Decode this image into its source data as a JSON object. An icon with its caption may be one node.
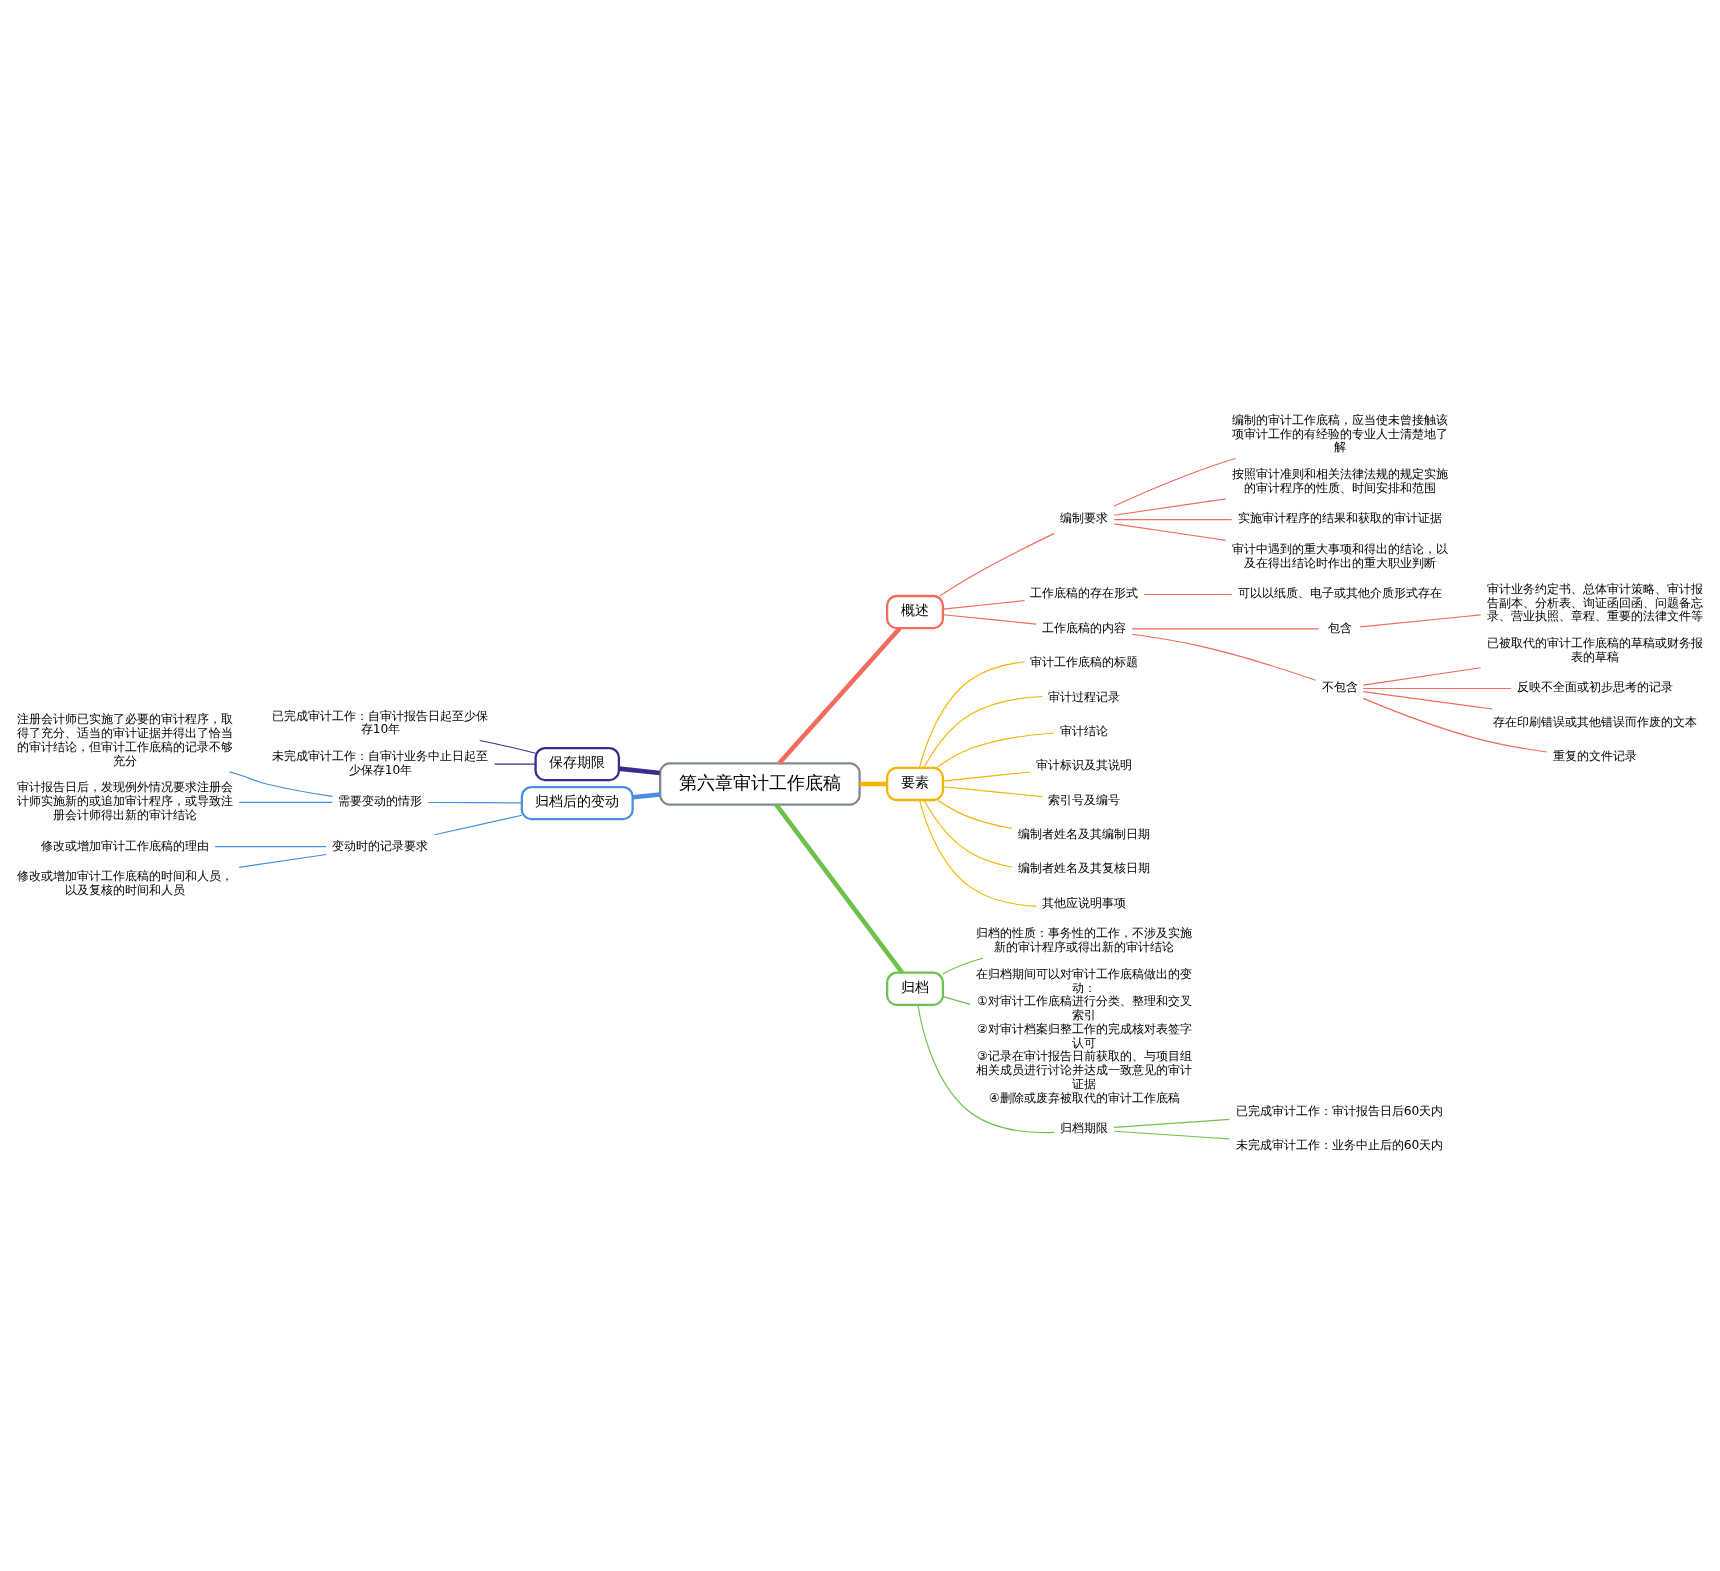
{
  "diagram": {
    "nodes": [
      {
        "text": [
          "第六章审计工作底稿"
        ]
      },
      {
        "text": [
          "概述"
        ]
      },
      {
        "text": [
          "编制要求"
        ]
      },
      {
        "text": [
          "编制的审计工作底稿，应当使未曾接触该项审计工作的有经验的专业人士清楚地了解"
        ]
      },
      {
        "text": [
          "按照审计准则和相关法律法规的规定实施的审计程序的性质、时间安排和范围"
        ]
      },
      {
        "text": [
          "实施审计程序的结果和获取的审计证据"
        ]
      },
      {
        "text": [
          "审计中遇到的重大事项和得出的结论，以及在得出结论时作出的重大职业判断"
        ]
      },
      {
        "text": [
          "工作底稿的存在形式"
        ]
      },
      {
        "text": [
          "可以以纸质、电子或其他介质形式存在"
        ]
      },
      {
        "text": [
          "工作底稿的内容"
        ]
      },
      {
        "text": [
          "包含"
        ]
      },
      {
        "text": [
          "审计业务约定书、总体审计策略、审计报告副本、分析表、询证函回函、问题备忘录、营业执照、章程、重要的法律文件等"
        ]
      },
      {
        "text": [
          "不包含"
        ]
      },
      {
        "text": [
          "已被取代的审计工作底稿的草稿或财务报表的草稿"
        ]
      },
      {
        "text": [
          "反映不全面或初步思考的记录"
        ]
      },
      {
        "text": [
          "存在印刷错误或其他错误而作废的文本"
        ]
      },
      {
        "text": [
          "重复的文件记录"
        ]
      },
      {
        "text": [
          "要素"
        ]
      },
      {
        "text": [
          "审计工作底稿的标题"
        ]
      },
      {
        "text": [
          "审计过程记录"
        ]
      },
      {
        "text": [
          "审计结论"
        ]
      },
      {
        "text": [
          "审计标识及其说明"
        ]
      },
      {
        "text": [
          "索引号及编号"
        ]
      },
      {
        "text": [
          "编制者姓名及其编制日期"
        ]
      },
      {
        "text": [
          "编制者姓名及其复核日期"
        ]
      },
      {
        "text": [
          "其他应说明事项"
        ]
      },
      {
        "text": [
          "归档"
        ]
      },
      {
        "text": [
          "归档的性质：事务性的工作，不涉及实施新的审计程序或得出新的审计结论"
        ]
      },
      {
        "text": [
          "在归档期间可以对审计工作底稿做出的变动：",
          "①对审计工作底稿进行分类、整理和交叉索引",
          "②对审计档案归整工作的完成核对表签字认可",
          "③记录在审计报告日前获取的、与项目组相关成员进行讨论并达成一致意见的审计证据",
          "④删除或废弃被取代的审计工作底稿"
        ]
      },
      {
        "text": [
          "归档期限"
        ]
      },
      {
        "text": [
          "已完成审计工作：审计报告日后60天内"
        ]
      },
      {
        "text": [
          "未完成审计工作：业务中止后的60天内"
        ]
      },
      {
        "text": [
          "保存期限"
        ]
      },
      {
        "text": [
          "已完成审计工作：自审计报告日起至少保存10年"
        ]
      },
      {
        "text": [
          "未完成审计工作：自审计业务中止日起至少保存10年"
        ]
      },
      {
        "text": [
          "归档后的变动"
        ]
      },
      {
        "text": [
          "需要变动的情形"
        ]
      },
      {
        "text": [
          "注册会计师已实施了必要的审计程序，取得了充分、适当的审计证据并得出了恰当的审计结论，但审计工作底稿的记录不够充分"
        ]
      },
      {
        "text": [
          "审计报告日后，发现例外情况要求注册会计师实施新的或追加审计程序，或导致注册会计师得出新的审计结论"
        ]
      },
      {
        "text": [
          "变动时的记录要求"
        ]
      },
      {
        "text": [
          "修改或增加审计工作底稿的理由"
        ]
      },
      {
        "text": [
          "修改或增加审计工作底稿的时间和人员，以及复核的时间和人员"
        ]
      }
    ],
    "edges": [
      {
        "from": 0,
        "to": 1,
        "arrow": "none",
        "style": "thick",
        "color": "#f26b5b"
      },
      {
        "from": 1,
        "to": 2,
        "arrow": "none",
        "color": "#f26b5b"
      },
      {
        "from": 2,
        "to": 3,
        "arrow": "none",
        "color": "#f26b5b"
      },
      {
        "from": 2,
        "to": 4,
        "arrow": "none",
        "color": "#f26b5b"
      },
      {
        "from": 2,
        "to": 5,
        "arrow": "none",
        "color": "#f26b5b"
      },
      {
        "from": 2,
        "to": 6,
        "arrow": "none",
        "color": "#f26b5b"
      },
      {
        "from": 1,
        "to": 7,
        "arrow": "none",
        "color": "#f26b5b"
      },
      {
        "from": 7,
        "to": 8,
        "arrow": "none",
        "color": "#f26b5b"
      },
      {
        "from": 1,
        "to": 9,
        "arrow": "none",
        "color": "#f26b5b"
      },
      {
        "from": 9,
        "to": 10,
        "arrow": "none",
        "color": "#f26b5b"
      },
      {
        "from": 10,
        "to": 11,
        "arrow": "none",
        "color": "#f26b5b"
      },
      {
        "from": 9,
        "to": 12,
        "arrow": "none",
        "color": "#f26b5b"
      },
      {
        "from": 12,
        "to": 13,
        "arrow": "none",
        "color": "#f26b5b"
      },
      {
        "from": 12,
        "to": 14,
        "arrow": "none",
        "color": "#f26b5b"
      },
      {
        "from": 12,
        "to": 15,
        "arrow": "none",
        "color": "#f26b5b"
      },
      {
        "from": 12,
        "to": 16,
        "arrow": "none",
        "color": "#f26b5b"
      },
      {
        "from": 0,
        "to": 17,
        "arrow": "none",
        "style": "thick",
        "color": "#f5b400"
      },
      {
        "from": 17,
        "to": 18,
        "arrow": "none",
        "color": "#f5b400"
      },
      {
        "from": 17,
        "to": 19,
        "arrow": "none",
        "color": "#f5b400"
      },
      {
        "from": 17,
        "to": 20,
        "arrow": "none",
        "color": "#f5b400"
      },
      {
        "from": 17,
        "to": 21,
        "arrow": "none",
        "color": "#f5b400"
      },
      {
        "from": 17,
        "to": 22,
        "arrow": "none",
        "color": "#f5b400"
      },
      {
        "from": 17,
        "to": 23,
        "arrow": "none",
        "color": "#f5b400"
      },
      {
        "from": 17,
        "to": 24,
        "arrow": "none",
        "color": "#f5b400"
      },
      {
        "from": 17,
        "to": 25,
        "arrow": "none",
        "color": "#f5b400"
      },
      {
        "from": 0,
        "to": 26,
        "arrow": "none",
        "style": "thick",
        "color": "#6cc24a"
      },
      {
        "from": 26,
        "to": 27,
        "arrow": "none",
        "color": "#6cc24a"
      },
      {
        "from": 26,
        "to": 28,
        "arrow": "none",
        "color": "#6cc24a"
      },
      {
        "from": 26,
        "to": 29,
        "arrow": "none",
        "color": "#6cc24a"
      },
      {
        "from": 29,
        "to": 30,
        "arrow": "none",
        "color": "#6cc24a"
      },
      {
        "from": 29,
        "to": 31,
        "arrow": "none",
        "color": "#6cc24a"
      },
      {
        "from": 0,
        "to": 32,
        "arrow": "none",
        "style": "thick",
        "color": "#3d2b8f"
      },
      {
        "from": 32,
        "to": 33,
        "arrow": "none",
        "color": "#3d2b8f"
      },
      {
        "from": 32,
        "to": 34,
        "arrow": "none",
        "color": "#3d2b8f"
      },
      {
        "from": 0,
        "to": 35,
        "arrow": "none",
        "style": "thick",
        "color": "#4a8fe0"
      },
      {
        "from": 35,
        "to": 36,
        "arrow": "none",
        "color": "#4a8fe0"
      },
      {
        "from": 36,
        "to": 37,
        "arrow": "none",
        "color": "#4a8fe0"
      },
      {
        "from": 36,
        "to": 38,
        "arrow": "none",
        "color": "#4a8fe0"
      },
      {
        "from": 35,
        "to": 39,
        "arrow": "none",
        "color": "#4a8fe0"
      },
      {
        "from": 39,
        "to": 40,
        "arrow": "none",
        "color": "#4a8fe0"
      },
      {
        "from": 39,
        "to": 41,
        "arrow": "none",
        "color": "#4a8fe0"
      }
    ]
  }
}
